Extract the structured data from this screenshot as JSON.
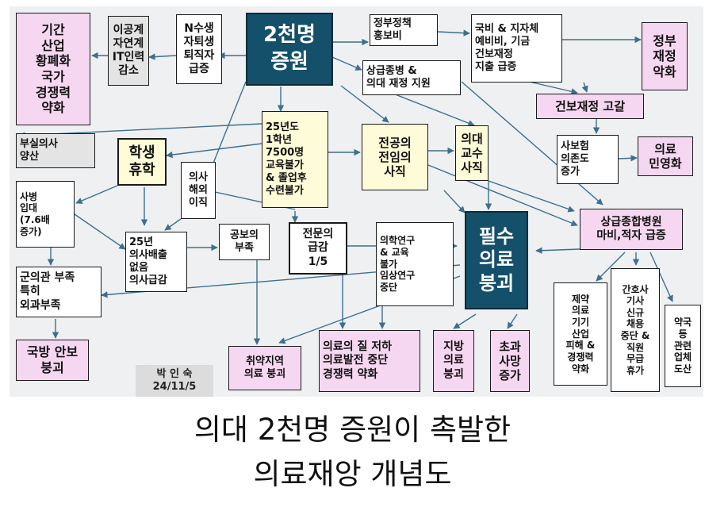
{
  "diagram": {
    "center": "2천명\n증원",
    "nodes": {
      "n1": "기간\n산업\n황폐화\n국가\n경쟁력\n약화",
      "n2": "이공계\n자연계\nIT인력\n감소",
      "n3": "N수생\n자퇴생\n퇴직자\n급증",
      "n4": "정부정책\n홍보비",
      "n5": "국비 & 지자체\n예비비, 기금\n건보재정\n지출 급증",
      "n6": "정부\n재정\n악화",
      "n7": "상급종병 &\n의대 재정 지원",
      "n8": "건보재정 고갈",
      "n9": "부실의사\n양산",
      "n10": "학생\n휴학",
      "n11": "25년도\n1학년\n7500명\n교육불가\n& 졸업후\n수련불가",
      "n12": "전공의\n전임의\n사직",
      "n13": "의대\n교수\n사직",
      "n14": "사보험\n의존도\n증가",
      "n15": "의료\n민영화",
      "n16": "의사\n해외\n이직",
      "n17": "사병\n입대\n(7.6배\n증가)",
      "n18": "상급종합병원\n마비,적자 급증",
      "n19": "25년\n의사배출\n없음\n의사급감",
      "n20": "공보의\n부족",
      "n21": "전문의\n급감\n1/5",
      "n22": "의학연구\n& 교육\n불가\n임상연구\n중단",
      "n23": "필수\n의료\n붕괴",
      "n24": "군의관 부족\n특히\n외과부족",
      "n25": "제약\n의료\n기기\n산업\n피해 &\n경쟁력\n약화",
      "n26": "간호사\n기사\n신규\n채용\n중단 &\n직원\n무급\n휴가",
      "n27": "약국\n등\n관련\n업체\n도산",
      "n28": "국방 안보\n붕괴",
      "n29": "취약지역\n의료 붕괴",
      "n30": "의료의 질 저하\n의료발전 중단\n경쟁력 약화",
      "n31": "지방\n의료\n붕괴",
      "n32": "초과\n사망\n증가"
    },
    "author": "박 인 숙\n24/11/5"
  },
  "caption": "의대 2천명 증원이 촉발한\n의료재앙 개념도",
  "colors": {
    "navy": "#15506b",
    "pink": "#f6d7f1",
    "yellow": "#fdfbd8",
    "gray": "#e4e4e4",
    "arrow": "#3d6f8e"
  }
}
